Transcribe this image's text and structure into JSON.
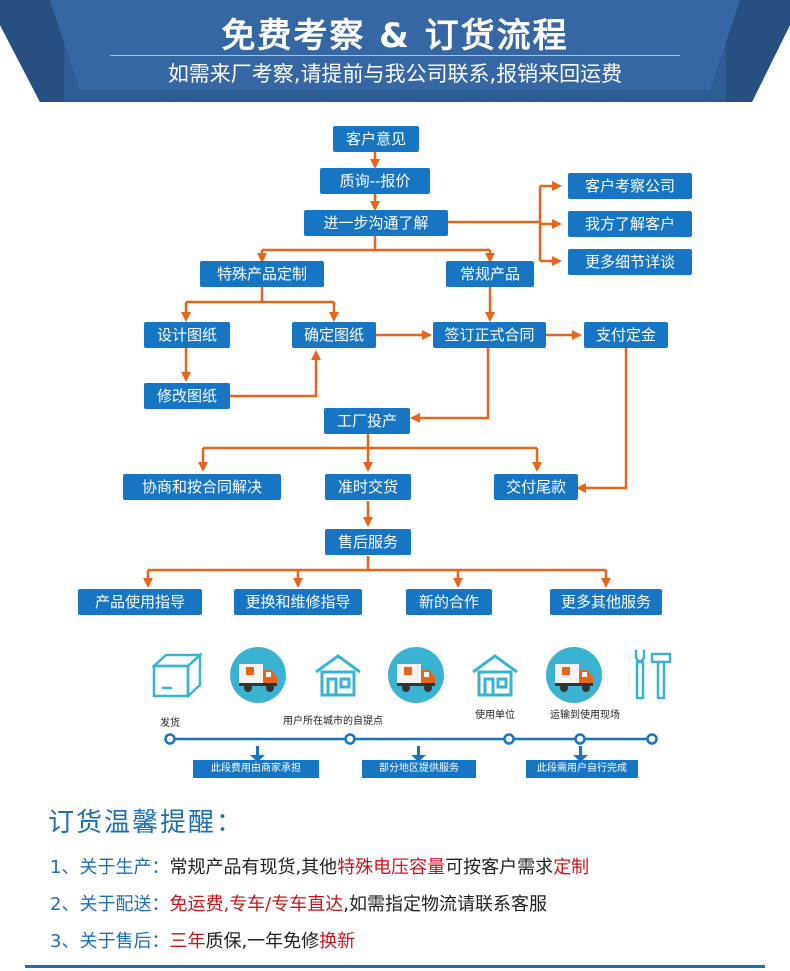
{
  "header": {
    "title": "免费考察 & 订货流程",
    "subtitle": "如需来厂考察,请提前与我公司联系,报销来回运费"
  },
  "flow": {
    "customer_opinion": "客户意见",
    "inquiry": "质询--报价",
    "communicate": "进一步沟通了解",
    "visit_company": "客户考察公司",
    "know_customer": "我方了解客户",
    "more_details": "更多细节详谈",
    "special_product": "特殊产品定制",
    "regular_product": "常规产品",
    "design_drawing": "设计图纸",
    "confirm_drawing": "确定图纸",
    "sign_contract": "签订正式合同",
    "pay_deposit": "支付定金",
    "modify_drawing": "修改图纸",
    "factory_production": "工厂投产",
    "negotiate": "协商和按合同解决",
    "on_time_delivery": "准时交货",
    "pay_balance": "交付尾款",
    "after_sales": "售后服务",
    "usage_guide": "产品使用指导",
    "repair_guide": "更换和维修指导",
    "new_cooperation": "新的合作",
    "other_services": "更多其他服务"
  },
  "logistics": {
    "icons": [
      "box-icon",
      "truck-icon",
      "house-icon",
      "truck-icon",
      "house-icon",
      "truck-icon",
      "tools-icon"
    ],
    "labels": {
      "ship": "发货",
      "pickup": "用户所在城市的自提点",
      "unit": "使用单位",
      "site": "运输到使用现场"
    },
    "segments": {
      "merchant": "此段费用由商家承担",
      "partial": "部分地区提供服务",
      "user": "此段需用户自行完成"
    }
  },
  "tips": {
    "title": "订货温馨提醒：",
    "item1": {
      "num": "1、关于生产：",
      "a": "常规产品有现货,其他",
      "b": "特殊电压容量",
      "c": "可按客户需求",
      "d": "定制"
    },
    "item2": {
      "num": "2、关于配送：",
      "a": "免运费,专车/专车直达",
      "b": ",如需指定物流请联系客服"
    },
    "item3": {
      "num": "3、关于售后：",
      "a": "三年",
      "b": "质保,一年免修",
      "c": "换新"
    }
  },
  "colors": {
    "primary_blue": "#1776c3",
    "banner_blue": "#3467a3",
    "banner_dark": "#2a568c",
    "arrow_orange": "#e8641b",
    "accent_red": "#c8161d",
    "icon_teal": "#3ab3d2"
  }
}
